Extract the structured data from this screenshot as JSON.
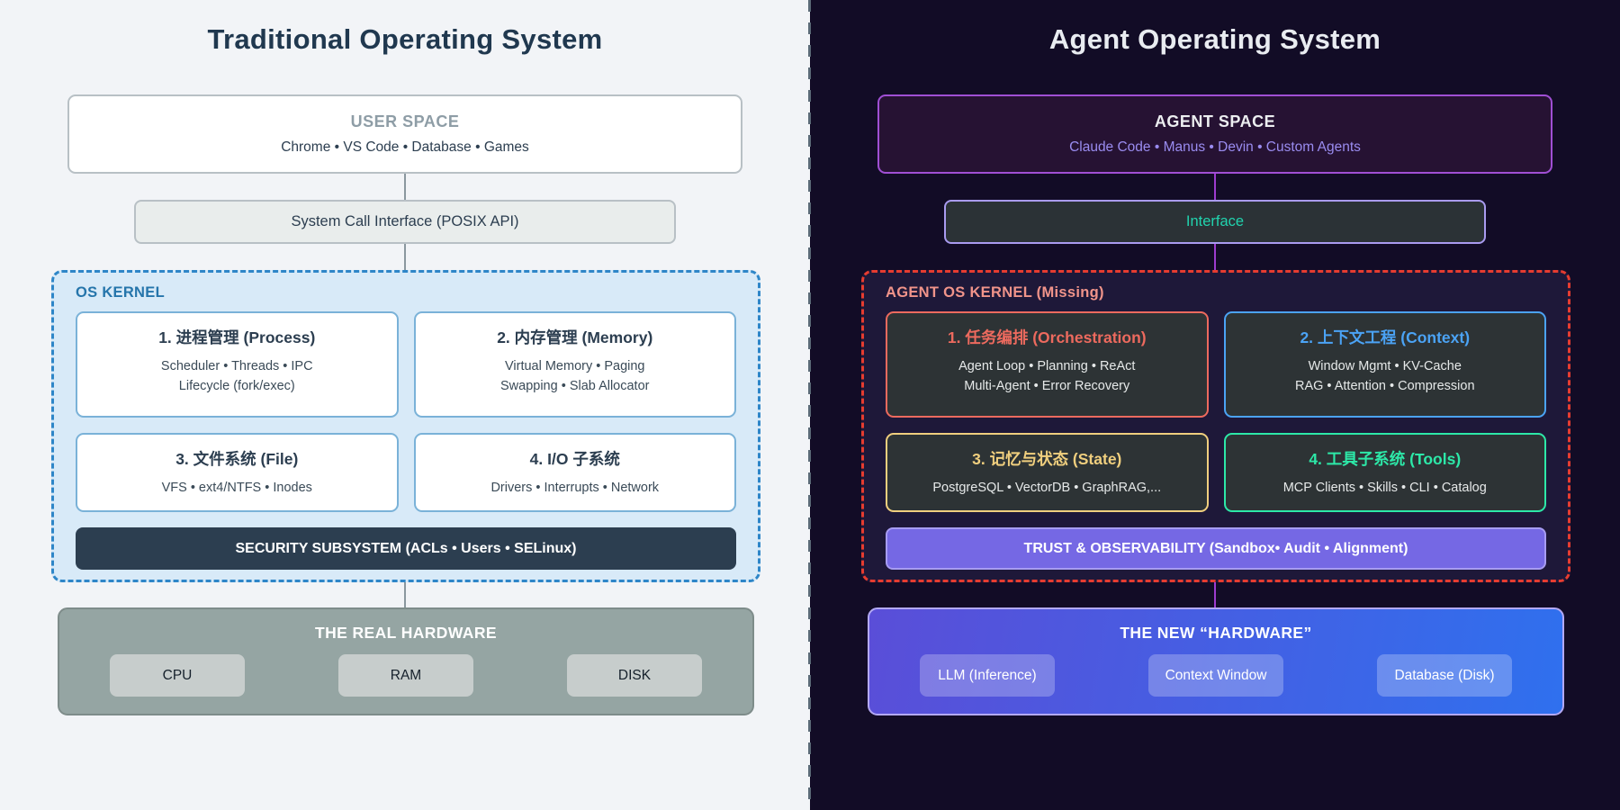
{
  "left": {
    "title": "Traditional Operating System",
    "space": {
      "label": "USER SPACE",
      "items": "Chrome • VS Code • Database • Games"
    },
    "interface": {
      "label": "System Call Interface (POSIX API)"
    },
    "kernel": {
      "label": "OS KERNEL",
      "cards": [
        {
          "title": "1. 进程管理 (Process)",
          "lines": [
            "Scheduler • Threads • IPC",
            "Lifecycle (fork/exec)"
          ]
        },
        {
          "title": "2. 内存管理 (Memory)",
          "lines": [
            "Virtual Memory • Paging",
            "Swapping • Slab Allocator"
          ]
        },
        {
          "title": "3. 文件系统 (File)",
          "lines": [
            "VFS • ext4/NTFS • Inodes"
          ]
        },
        {
          "title": "4. I/O 子系统",
          "lines": [
            "Drivers • Interrupts • Network"
          ]
        }
      ],
      "bar": "SECURITY SUBSYSTEM (ACLs • Users • SELinux)"
    },
    "hardware": {
      "title": "THE REAL HARDWARE",
      "chips": [
        "CPU",
        "RAM",
        "DISK"
      ]
    }
  },
  "right": {
    "title": "Agent Operating System",
    "space": {
      "label": "AGENT SPACE",
      "items": "Claude Code • Manus • Devin • Custom Agents"
    },
    "interface": {
      "label": "Interface"
    },
    "kernel": {
      "label": "AGENT OS KERNEL (Missing)",
      "cards": [
        {
          "title": "1. 任务编排 (Orchestration)",
          "accent": "#ed6a5e",
          "lines": [
            "Agent Loop • Planning • ReAct",
            "Multi-Agent • Error Recovery"
          ]
        },
        {
          "title": "2. 上下文工程 (Context)",
          "accent": "#4ba3f5",
          "lines": [
            "Window Mgmt • KV-Cache",
            "RAG • Attention • Compression"
          ]
        },
        {
          "title": "3. 记忆与状态 (State)",
          "accent": "#f0cf7e",
          "lines": [
            "PostgreSQL • VectorDB • GraphRAG,..."
          ]
        },
        {
          "title": "4. 工具子系统 (Tools)",
          "accent": "#2de8a8",
          "lines": [
            "MCP Clients • Skills • CLI • Catalog"
          ]
        }
      ],
      "bar": "TRUST & OBSERVABILITY (Sandbox• Audit • Alignment)"
    },
    "hardware": {
      "title": "THE NEW “HARDWARE”",
      "chips": [
        "LLM (Inference)",
        "Context Window",
        "Database (Disk)"
      ]
    }
  },
  "colors": {
    "left_background": "#f2f4f7",
    "right_background": "#120c26",
    "left_kernel_dash": "#2e86c8",
    "right_kernel_dash": "#e63c30",
    "security_bar": "#2c3e50",
    "trust_bar": "#7568e4",
    "interface_text": "#21d3ae",
    "agent_space_border": "#a04fd4",
    "agent_space_items": "#9a8cf0",
    "new_hardware_gradient": [
      "#5a4ed8",
      "#2f70ee"
    ]
  }
}
